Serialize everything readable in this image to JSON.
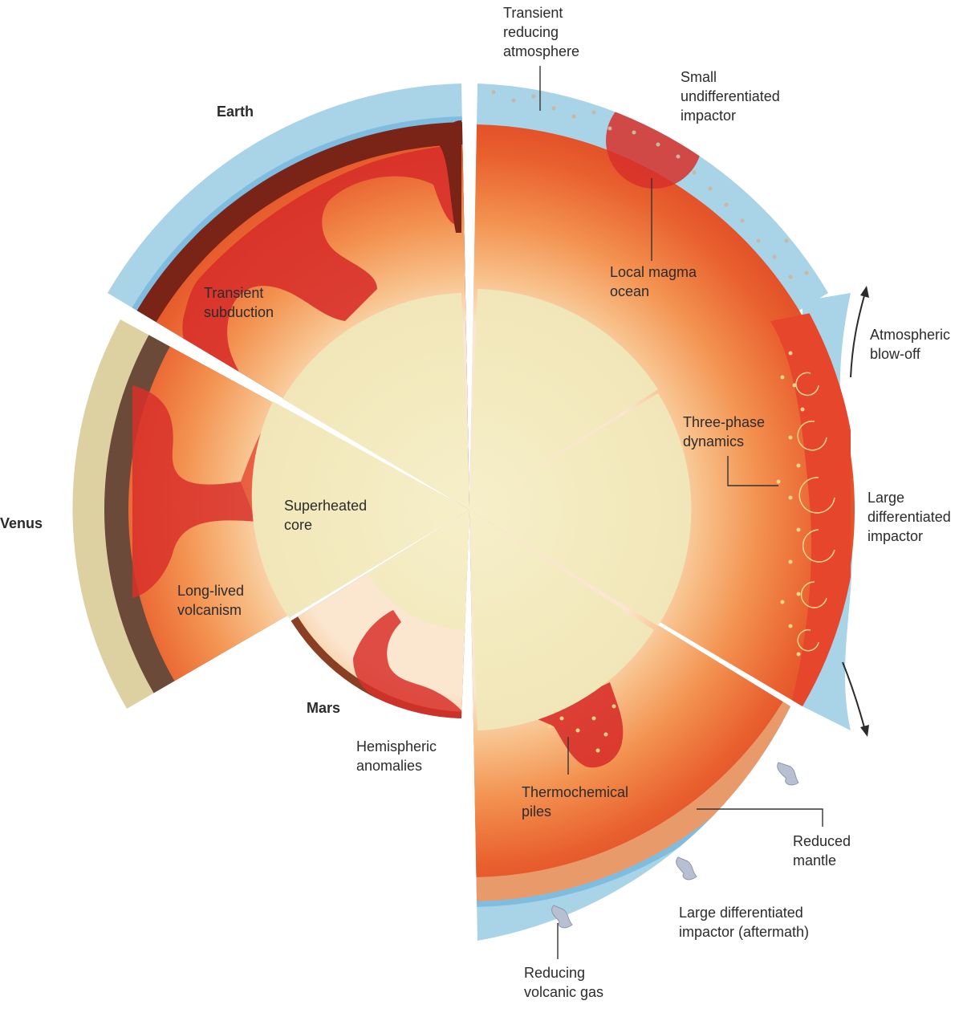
{
  "planets": {
    "earth": "Earth",
    "venus": "Venus",
    "mars": "Mars"
  },
  "labels": {
    "transient_atmosphere": "Transient\nreducing\natmosphere",
    "small_impactor": "Small\nundifferentiated\nimpactor",
    "local_magma_ocean": "Local magma\nocean",
    "transient_subduction": "Transient\nsubduction",
    "atmospheric_blowoff": "Atmospheric\nblow-off",
    "three_phase": "Three-phase\ndynamics",
    "large_impactor": "Large\ndifferentiated\nimpactor",
    "superheated_core": "Superheated\ncore",
    "long_lived_volcanism": "Long-lived\nvolcanism",
    "hemispheric_anomalies": "Hemispheric\nanomalies",
    "thermochemical_piles": "Thermochemical\npiles",
    "reduced_mantle": "Reduced\nmantle",
    "large_impactor_aftermath": "Large differentiated\nimpactor (aftermath)",
    "reducing_volcanic_gas": "Reducing\nvolcanic gas"
  },
  "colors": {
    "atmosphere": "#a9d3e6",
    "atmosphere_edge": "#7fbde0",
    "mantle_outer": "#e85a2a",
    "mantle_inner": "#fbe3c8",
    "plume": "#d9312a",
    "core": "#f4ecc2",
    "earth_crust": "#7a2418",
    "venus_crust": "#6b4a3a",
    "venus_atmosphere": "#ddd1a2",
    "mars_crust": "#8a3e24",
    "reduced_mantle": "#e89a6a",
    "volcanic_gas": "#b8bfd0",
    "leader_line": "#333333",
    "text": "#2b2b2b"
  }
}
